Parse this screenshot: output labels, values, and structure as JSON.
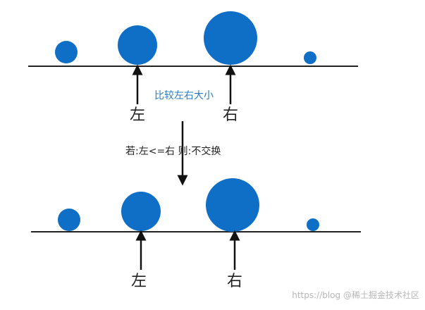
{
  "colors": {
    "circle": "#0f6fc6",
    "line": "#222222",
    "arrow": "#111111",
    "caption": "#2a7bc0",
    "text": "#222222",
    "watermark": "#b7b7b7"
  },
  "steps": [
    {
      "items": [
        {
          "size": "small"
        },
        {
          "size": "medium"
        },
        {
          "size": "large"
        },
        {
          "size": "tiny"
        }
      ],
      "pointers": [
        {
          "label": "左"
        },
        {
          "label": "右"
        }
      ],
      "caption": "比较左右大小"
    },
    {
      "items": [
        {
          "size": "small"
        },
        {
          "size": "medium"
        },
        {
          "size": "large"
        },
        {
          "size": "tiny"
        }
      ],
      "pointers": [
        {
          "label": "左"
        },
        {
          "label": "右"
        }
      ]
    }
  ],
  "transition": {
    "label": "若:左<=右 则:不交换"
  },
  "watermark": {
    "text1": "https://blog",
    "text2": "@稀土掘金技术社区"
  }
}
